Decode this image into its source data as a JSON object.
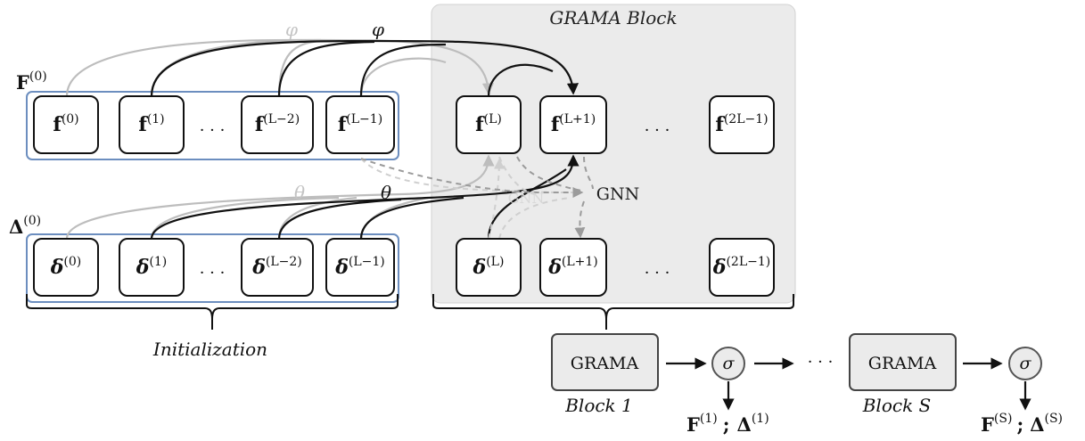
{
  "block_title": "GRAMA Block",
  "phi_light": "φ",
  "phi_dark": "φ",
  "theta_light": "θ",
  "theta_dark": "θ",
  "gnn_label": "GNN",
  "gnn_ghost": "GNN",
  "F0_label": {
    "base": "F",
    "sup": "(0)"
  },
  "Delta0_label": {
    "base": "Δ",
    "sup": "(0)"
  },
  "init_nodes_f": [
    {
      "base": "f",
      "sup": "(0)"
    },
    {
      "base": "f",
      "sup": "(1)"
    },
    {
      "base": "f",
      "sup": "(L−2)"
    },
    {
      "base": "f",
      "sup": "(L−1)"
    }
  ],
  "init_nodes_delta": [
    {
      "base": "δ",
      "sup": "(0)"
    },
    {
      "base": "δ",
      "sup": "(1)"
    },
    {
      "base": "δ",
      "sup": "(L−2)"
    },
    {
      "base": "δ",
      "sup": "(L−1)"
    }
  ],
  "block_nodes_f": [
    {
      "base": "f",
      "sup": "(L)"
    },
    {
      "base": "f",
      "sup": "(L+1)"
    },
    {
      "base": "f",
      "sup": "(2L−1)"
    }
  ],
  "block_nodes_delta": [
    {
      "base": "δ",
      "sup": "(L)"
    },
    {
      "base": "δ",
      "sup": "(L+1)"
    },
    {
      "base": "δ",
      "sup": "(2L−1)"
    }
  ],
  "ellipsis": "· · ·",
  "init_label": "Initialization",
  "grama_label": "GRAMA",
  "sigma_label": "σ",
  "block1_label": "Block 1",
  "blockS_label": "Block S",
  "output1": {
    "F": "F",
    "F_sup": "(1)",
    "sep": ";",
    "D": "Δ",
    "D_sup": "(1)"
  },
  "outputS": {
    "F": "F",
    "F_sup": "(S)",
    "sep": ";",
    "D": "Δ",
    "D_sup": "(S)"
  }
}
